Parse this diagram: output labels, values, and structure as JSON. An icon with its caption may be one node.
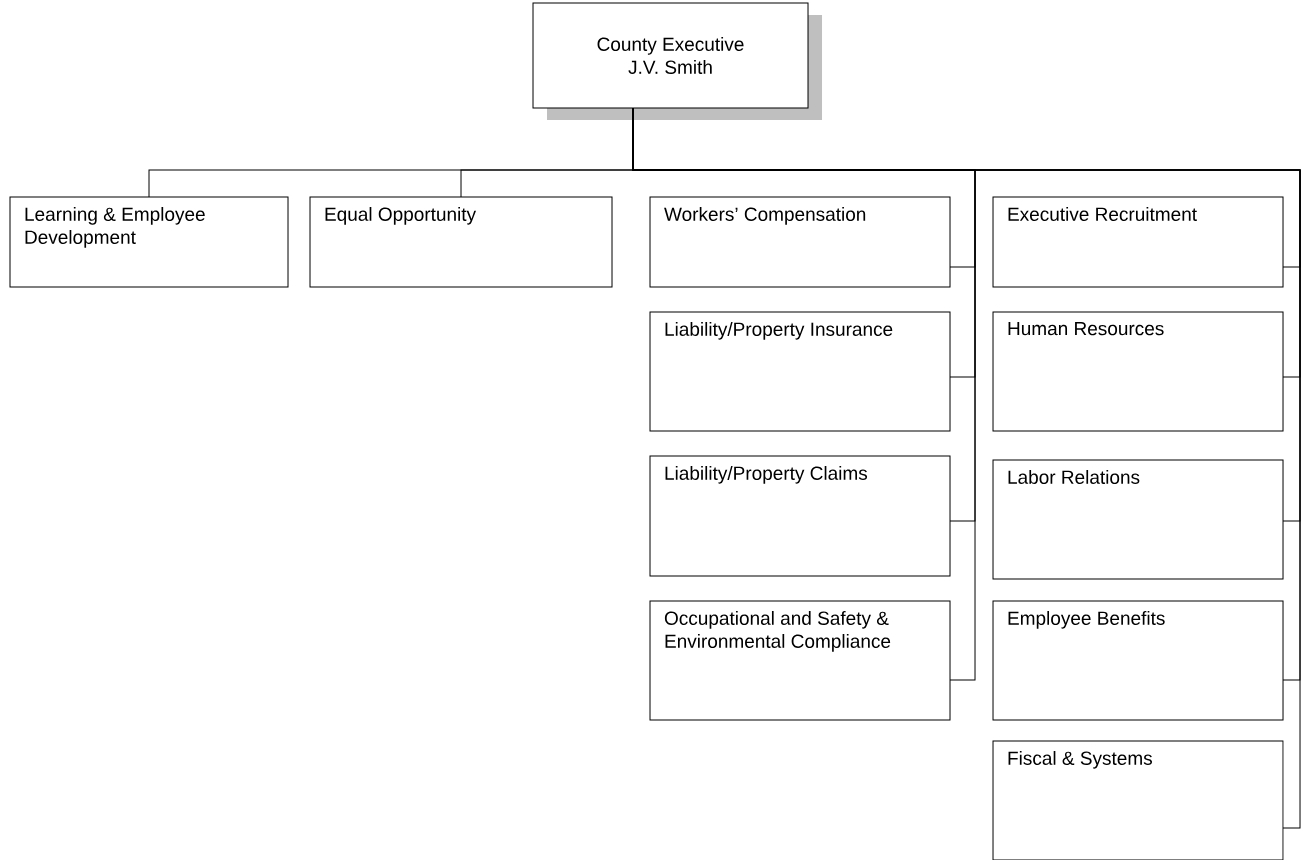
{
  "diagram": {
    "nodes": [
      {
        "text": [
          "County Executive",
          "J.V. Smith"
        ]
      },
      {
        "text": [
          "Learning & Employee Development"
        ]
      },
      {
        "text": [
          "Equal Opportunity"
        ]
      },
      {
        "text": [
          "Workers’ Compensation"
        ]
      },
      {
        "text": [
          "Liability/Property Insurance"
        ]
      },
      {
        "text": [
          "Liability/Property Claims"
        ]
      },
      {
        "text": [
          "Occupational and Safety & Environmental Compliance"
        ]
      },
      {
        "text": [
          "Executive Recruitment"
        ]
      },
      {
        "text": [
          "Human Resources"
        ]
      },
      {
        "text": [
          "Labor Relations"
        ]
      },
      {
        "text": [
          "Employee Benefits"
        ]
      },
      {
        "text": [
          "Fiscal & Systems"
        ]
      }
    ],
    "edges": [
      {
        "from": 0,
        "to": 1,
        "arrow": "none"
      },
      {
        "from": 0,
        "to": 2,
        "arrow": "none"
      },
      {
        "from": 0,
        "to": 3,
        "arrow": "none"
      },
      {
        "from": 0,
        "to": 4,
        "arrow": "none"
      },
      {
        "from": 0,
        "to": 5,
        "arrow": "none"
      },
      {
        "from": 0,
        "to": 6,
        "arrow": "none"
      },
      {
        "from": 0,
        "to": 7,
        "arrow": "none"
      },
      {
        "from": 0,
        "to": 8,
        "arrow": "none"
      },
      {
        "from": 0,
        "to": 9,
        "arrow": "none"
      },
      {
        "from": 0,
        "to": 10,
        "arrow": "none"
      },
      {
        "from": 0,
        "to": 11,
        "arrow": "none"
      }
    ]
  }
}
